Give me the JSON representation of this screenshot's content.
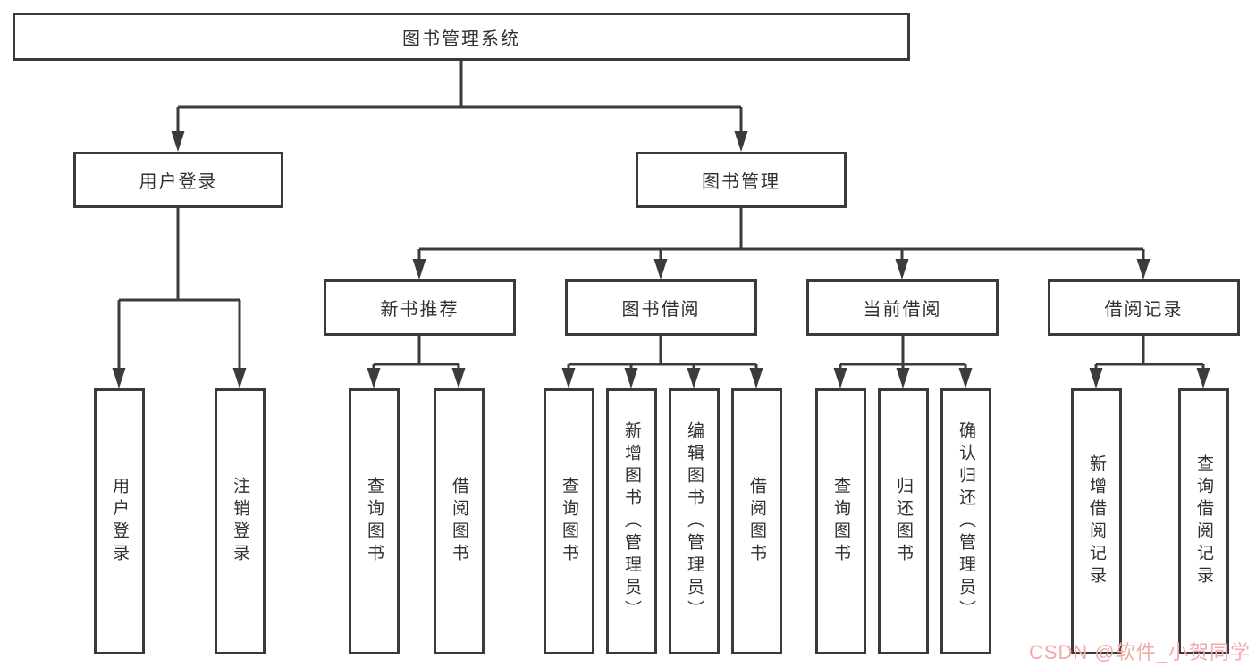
{
  "tree": {
    "label": "图书管理系统",
    "children": [
      {
        "label": "用户登录",
        "children": [
          {
            "label": "用户登录"
          },
          {
            "label": "注销登录"
          }
        ]
      },
      {
        "label": "图书管理",
        "children": [
          {
            "label": "新书推荐",
            "children": [
              {
                "label": "查询图书"
              },
              {
                "label": "借阅图书"
              }
            ]
          },
          {
            "label": "图书借阅",
            "children": [
              {
                "label": "查询图书"
              },
              {
                "label": "新增图书（管理员）"
              },
              {
                "label": "编辑图书（管理员）"
              },
              {
                "label": "借阅图书"
              }
            ]
          },
          {
            "label": "当前借阅",
            "children": [
              {
                "label": "查询图书"
              },
              {
                "label": "归还图书"
              },
              {
                "label": "确认归还（管理员）"
              }
            ]
          },
          {
            "label": "借阅记录",
            "children": [
              {
                "label": "新增借阅记录"
              },
              {
                "label": "查询借阅记录"
              }
            ]
          }
        ]
      }
    ]
  },
  "watermark": {
    "text": "CSDN @软件_小贺同学"
  },
  "colors": {
    "background": "#ffffff",
    "line": "#3b3b3b",
    "border": "#3a3a3a",
    "text": "#303030",
    "watermark": "#f0aaa8"
  }
}
